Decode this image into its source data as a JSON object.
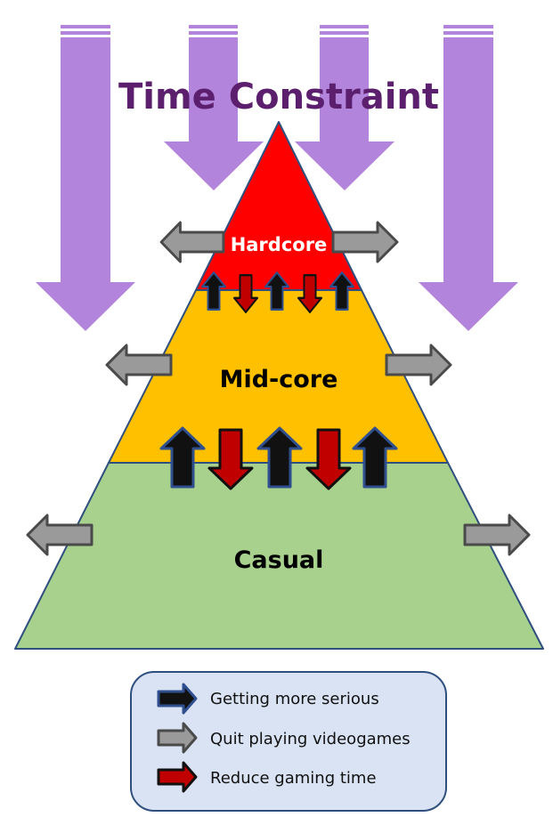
{
  "title": "Time Constraint",
  "tiers": {
    "hardcore": "Hardcore",
    "midcore": "Mid-core",
    "casual": "Casual"
  },
  "legend": {
    "items": [
      {
        "label": "Getting more serious",
        "icon": "arrow-right-icon",
        "color": "#111111",
        "border": "#2f4f8f"
      },
      {
        "label": "Quit playing videogames",
        "icon": "arrow-right-icon",
        "color": "#9a9a9a",
        "border": "#4a4a4a"
      },
      {
        "label": "Reduce gaming time",
        "icon": "arrow-right-icon",
        "color": "#c00000",
        "border": "#111111"
      }
    ]
  },
  "colors": {
    "title": "#5b1f6e",
    "time_arrows": "#b384db",
    "hardcore_fill": "#ff0000",
    "midcore_fill": "#ffc000",
    "casual_fill": "#a9d18e",
    "pyramid_border": "#2f4f7f",
    "legend_bg": "#dae3f3",
    "legend_border": "#2f4f7f"
  }
}
